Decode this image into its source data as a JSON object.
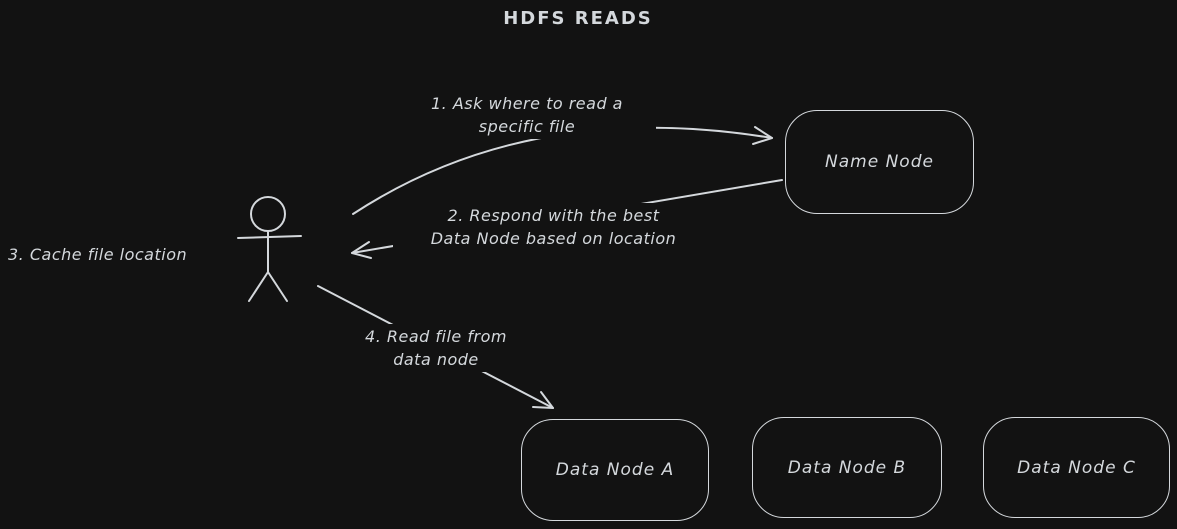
{
  "title": "HDFS READS",
  "colors": {
    "background": "#121212",
    "stroke": "#d4d8dc"
  },
  "actor": {
    "icon": "stick-figure-person-icon"
  },
  "nodes": {
    "name_node": {
      "label": "Name Node"
    },
    "data_node_a": {
      "label": "Data Node A"
    },
    "data_node_b": {
      "label": "Data Node B"
    },
    "data_node_c": {
      "label": "Data Node C"
    }
  },
  "steps": {
    "step1": "1. Ask where to read a\nspecific file",
    "step2": "2. Respond with the best\nData Node based on location",
    "step3": "3. Cache file location",
    "step4": "4. Read file from\ndata node"
  }
}
